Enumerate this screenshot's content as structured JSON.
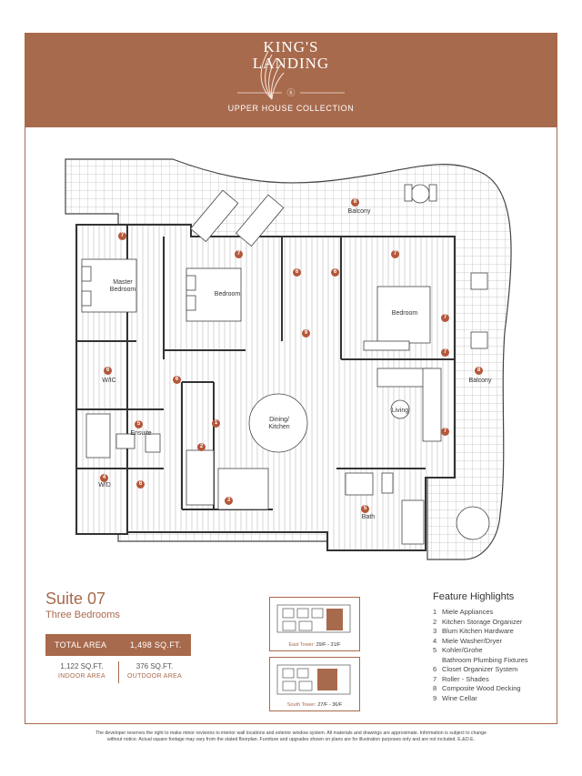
{
  "brand": {
    "line1": "KING'S",
    "line2": "LANDING",
    "collection": "UPPER HOUSE COLLECTION",
    "color": "#a86a4c"
  },
  "plan": {
    "rooms": {
      "balcony_top": "Balcony",
      "balcony_right": "Balcony",
      "master_bedroom": "Master Bedroom",
      "bedroom_left": "Bedroom",
      "bedroom_right": "Bedroom",
      "wic": "W/IC",
      "ensuite": "Ensuite",
      "dining": "Dining/",
      "kitchen": "Kitchen",
      "living": "Living",
      "bath": "Bath",
      "wd": "W/D"
    },
    "markers": [
      "8",
      "8",
      "7",
      "7",
      "7",
      "7",
      "7",
      "7",
      "6",
      "6",
      "6",
      "6",
      "6",
      "9",
      "1",
      "2",
      "3",
      "4",
      "5",
      "5"
    ]
  },
  "suite": {
    "title": "Suite 07",
    "subtitle": "Three Bedrooms",
    "total_area_label": "TOTAL AREA",
    "total_area_value": "1,498 SQ.FT.",
    "indoor_value": "1,122 SQ.FT.",
    "indoor_label": "INDOOR AREA",
    "outdoor_value": "376 SQ.FT.",
    "outdoor_label": "OUTDOOR AREA"
  },
  "keyplans": [
    {
      "tower": "East Tower:",
      "floors": "29/F - 31/F"
    },
    {
      "tower": "South Tower:",
      "floors": "27/F - 36/F"
    }
  ],
  "features": {
    "title": "Feature Highlights",
    "items": [
      {
        "n": "1",
        "text": "Miele Appliances"
      },
      {
        "n": "2",
        "text": "Kitchen Storage Organizer"
      },
      {
        "n": "3",
        "text": "Blum Kitchen Hardware"
      },
      {
        "n": "4",
        "text": "Miele Washer/Dryer"
      },
      {
        "n": "5",
        "text": "Kohler/Grohe"
      },
      {
        "n": "",
        "text": "Bathroom Plumbing Fixtures"
      },
      {
        "n": "6",
        "text": "Closet Organizer System"
      },
      {
        "n": "7",
        "text": "Roller - Shades"
      },
      {
        "n": "8",
        "text": "Composite Wood Decking"
      },
      {
        "n": "9",
        "text": "Wine Cellar"
      }
    ]
  },
  "disclaimer": {
    "line1": "The developer reserves the right to make minor revisions to interior wall locations and exterior window system. All materials and drawings are approximate. Information is subject to change",
    "line2": "without notice. Actual square footage may vary from the stated floorplan. Furniture and upgrades shown on plans are for illustration purposes only and are not included. E.&O.E."
  }
}
